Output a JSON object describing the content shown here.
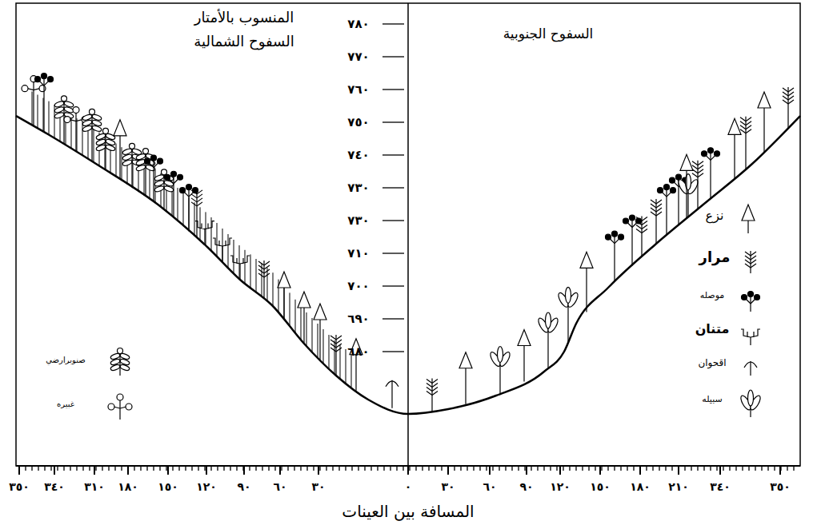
{
  "diagram": {
    "labels": [
      "المنسوب بالأمتار",
      "السفوح الشمالية",
      "السفوح الجنوبية",
      "٧٨٠",
      "٧٧٠",
      "٧٦٠",
      "٧٥٠",
      "٧٤٠",
      "٧٣٠",
      "٧٣٠",
      "٧١٠",
      "٧٠٠",
      "٦٩٠",
      "٦٨٠",
      "٣٥٠",
      "٣٤٠",
      "٣١٠",
      "١٨٠",
      "١٥٠",
      "١٢٠",
      "٩٠",
      "٦٠",
      "٣٠",
      "٠",
      "٣٠",
      "٦٠",
      "٩٠",
      "١٢٠",
      "١٥٠",
      "١٨٠",
      "٢١٠",
      "٣٤٠",
      "٣٥٠",
      "المسافة بين العينات"
    ],
    "legend": [
      {
        "text": "نزع"
      },
      {
        "text": "مرار"
      },
      {
        "text": "موصله"
      },
      {
        "text": "متنان"
      },
      {
        "text": "اقحوان"
      },
      {
        "text": "سبيله"
      },
      {
        "text": "صنوبرارضي"
      },
      {
        "text": "غبيره"
      }
    ]
  }
}
